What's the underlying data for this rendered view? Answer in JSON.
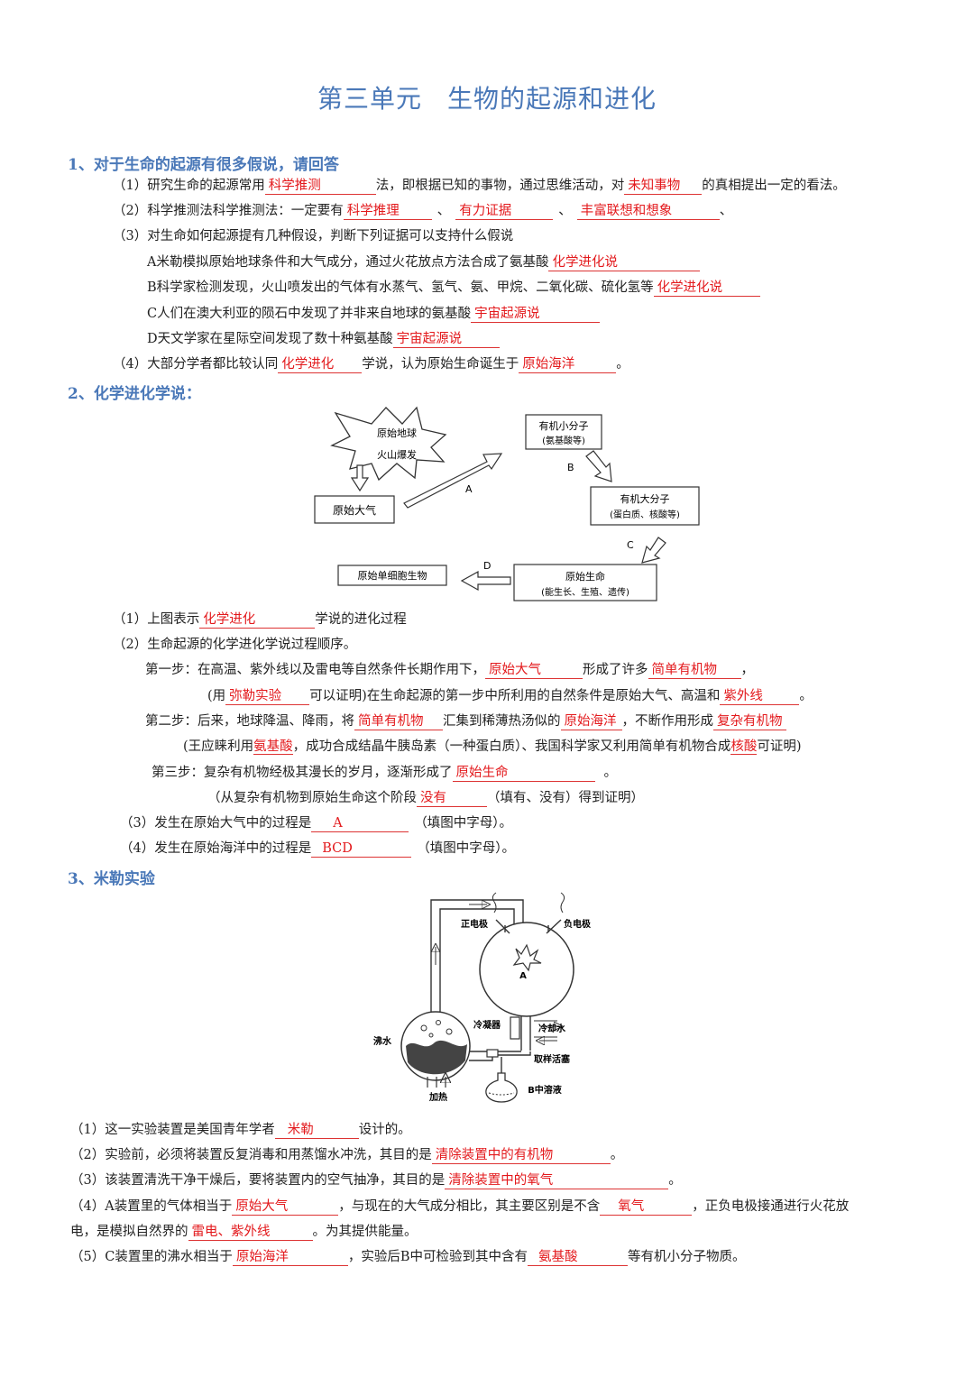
{
  "title": {
    "part1": "第三单元",
    "part2": "生物的起源和进化"
  },
  "s1": {
    "heading": "1、对于生命的起源有很多假说，请回答",
    "q1": {
      "pre": "（1）研究生命的起源常用",
      "a1": "科学推测",
      "mid": "法，即根据已知的事物，通过思维活动，对",
      "a2": "未知事物",
      "post": "的真相提出一定的看法。"
    },
    "q2": {
      "pre": "（2）科学推测法科学推测法：一定要有",
      "a1": "科学推理",
      "sep1": "、",
      "a2": "有力证据",
      "sep2": "、",
      "a3": "丰富联想和想象",
      "sep3": "、"
    },
    "q3": {
      "text": "（3）对生命如何起源提有几种假设，判断下列证据可以支持什么假说"
    },
    "qa": {
      "pre": "A米勒模拟原始地球条件和大气成分，通过火花放点方法合成了氨基酸",
      "a": "化学进化说"
    },
    "qb": {
      "pre": "B科学家检测发现，火山喷发出的气体有水蒸气、氢气、氨、甲烷、二氧化碳、硫化氢等",
      "a": "化学进化说"
    },
    "qc": {
      "pre": "C人们在澳大利亚的陨石中发现了并非来自地球的氨基酸",
      "a": "宇宙起源说"
    },
    "qd": {
      "pre": "D天文学家在星际空间发现了数十种氨基酸",
      "a": "宇宙起源说"
    },
    "q4": {
      "pre": "（4）大部分学者都比较认同",
      "a1": "化学进化",
      "mid": "学说，认为原始生命诞生于",
      "a2": "原始海洋",
      "post": "。"
    }
  },
  "s2": {
    "heading": "2、化学进化学说：",
    "diagram": {
      "earth1": "原始地球",
      "earth2": "火山爆发",
      "atmos": "原始大气",
      "small1": "有机小分子",
      "small2": "(氨基酸等)",
      "big1": "有机大分子",
      "big2": "(蛋白质、核酸等)",
      "life1": "原始生命",
      "life2": "(能生长、生殖、遗传)",
      "cell": "原始单细胞生物",
      "A": "A",
      "B": "B",
      "C": "C",
      "D": "D"
    },
    "q1": {
      "pre": "（1）上图表示",
      "a": "化学进化",
      "post": "学说的进化过程"
    },
    "q2": {
      "text": "（2）生命起源的化学进化学说过程顺序。"
    },
    "step1": {
      "pre": "第一步：在高温、紫外线以及雷电等自然条件长期作用下，",
      "a1": "原始大气",
      "mid": "形成了许多",
      "a2": "简单有机物",
      "post": "，"
    },
    "step1b": {
      "pre": "(用",
      "a1": "弥勒实验",
      "mid": "可以证明)在生命起源的第一步中所利用的自然条件是原始大气、高温和",
      "a2": "紫外线",
      "post": "。"
    },
    "step2": {
      "pre": "第二步：后来，地球降温、降雨，将",
      "a1": "简单有机物",
      "mid": "汇集到稀薄热汤似的",
      "a2": "原始海洋",
      "mid2": "，不断作用形成",
      "a3": "复杂有机物"
    },
    "step2b": {
      "pre": "(王应睐利用",
      "a1": "氨基酸",
      "mid": "，成功合成结晶牛胰岛素（一种蛋白质）、我国科学家又利用简单有机物合成",
      "a2": "核酸",
      "post": "可证明)"
    },
    "step3": {
      "pre": "第三步：复杂有机物经极其漫长的岁月，逐渐形成了",
      "a": "原始生命",
      "post": "。"
    },
    "step3b": {
      "pre": "（从复杂有机物到原始生命这个阶段",
      "a": "没有",
      "post": "（填有、没有）得到证明）"
    },
    "q3": {
      "pre": "（3）发生在原始大气中的过程是",
      "a": "A",
      "post": "（填图中字母）。"
    },
    "q4": {
      "pre": "（4）发生在原始海洋中的过程是",
      "a": "BCD",
      "post": "（填图中字母）。"
    }
  },
  "s3": {
    "heading": "3、米勒实验",
    "diagram": {
      "pos": "正电极",
      "neg": "负电极",
      "A": "A",
      "cond": "冷凝器",
      "cool": "冷却水",
      "boil": "沸水",
      "valve": "取样活塞",
      "sol": "B中溶液",
      "heat": "加热"
    },
    "q1": {
      "pre": "（1）这一实验装置是美国青年学者",
      "a": "米勒",
      "post": "设计的。"
    },
    "q2": {
      "pre": "（2）实验前，必须将装置反复消毒和用蒸馏水冲洗，其目的是",
      "a": "清除装置中的有机物",
      "post": "。"
    },
    "q3": {
      "pre": "（3）该装置清洗干净干燥后，要将装置内的空气抽净，其目的是",
      "a": "清除装置中的氧气",
      "post": "。"
    },
    "q4": {
      "pre": "（4）A装置里的气体相当于",
      "a1": "原始大气",
      "mid": "，与现在的大气成分相比，其主要区别是不含",
      "a2": "氧气",
      "post": "，正负电极接通进行火花放"
    },
    "q4b": {
      "pre": "电，是模拟自然界的",
      "a": "雷电、紫外线",
      "post": "。为其提供能量。"
    },
    "q5": {
      "pre": "（5）C装置里的沸水相当于",
      "a1": "原始海洋",
      "mid": "，实验后B中可检验到其中含有",
      "a2": "氨基酸",
      "post": "等有机小分子物质。"
    }
  }
}
